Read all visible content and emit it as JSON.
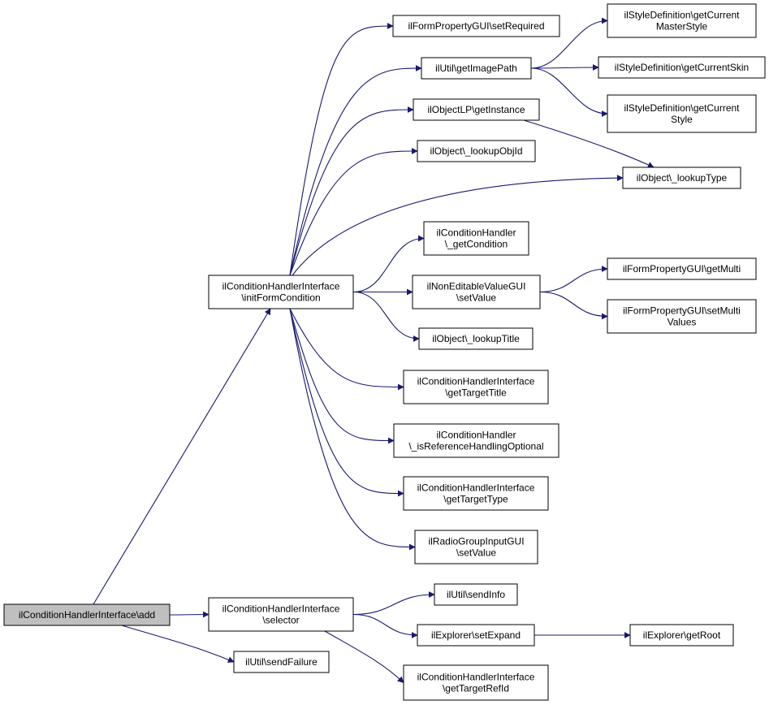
{
  "colors": {
    "edge": "#191970",
    "root_fill": "#bfbfbf",
    "node_fill": "#ffffff",
    "border": "#000000"
  },
  "nodes": {
    "root": {
      "lines": [
        "ilConditionHandlerInterface\\add"
      ]
    },
    "initForm": {
      "lines": [
        "ilConditionHandlerInterface",
        "\\initFormCondition"
      ]
    },
    "selector": {
      "lines": [
        "ilConditionHandlerInterface",
        "\\selector"
      ]
    },
    "sendFailure": {
      "lines": [
        "ilUtil\\sendFailure"
      ]
    },
    "setRequired": {
      "lines": [
        "ilFormPropertyGUI\\setRequired"
      ]
    },
    "getImagePath": {
      "lines": [
        "ilUtil\\getImagePath"
      ]
    },
    "getInstance": {
      "lines": [
        "ilObjectLP\\getInstance"
      ]
    },
    "lookupObjId": {
      "lines": [
        "ilObject\\_lookupObjId"
      ]
    },
    "lookupType": {
      "lines": [
        "ilObject\\_lookupType"
      ]
    },
    "getCondition": {
      "lines": [
        "ilConditionHandler",
        "\\_getCondition"
      ]
    },
    "nevSetValue": {
      "lines": [
        "ilNonEditableValueGUI",
        "\\setValue"
      ]
    },
    "lookupTitle": {
      "lines": [
        "ilObject\\_lookupTitle"
      ]
    },
    "getTargetTitle": {
      "lines": [
        "ilConditionHandlerInterface",
        "\\getTargetTitle"
      ]
    },
    "refHandling": {
      "lines": [
        "ilConditionHandler",
        "\\_isReferenceHandlingOptional"
      ]
    },
    "getTargetType": {
      "lines": [
        "ilConditionHandlerInterface",
        "\\getTargetType"
      ]
    },
    "radioSetValue": {
      "lines": [
        "ilRadioGroupInputGUI",
        "\\setValue"
      ]
    },
    "masterStyle": {
      "lines": [
        "ilStyleDefinition\\getCurrent",
        "MasterStyle"
      ]
    },
    "currentSkin": {
      "lines": [
        "ilStyleDefinition\\getCurrentSkin"
      ]
    },
    "currentStyle": {
      "lines": [
        "ilStyleDefinition\\getCurrent",
        "Style"
      ]
    },
    "getMulti": {
      "lines": [
        "ilFormPropertyGUI\\getMulti"
      ]
    },
    "setMulti": {
      "lines": [
        "ilFormPropertyGUI\\setMulti",
        "Values"
      ]
    },
    "sendInfo": {
      "lines": [
        "ilUtil\\sendInfo"
      ]
    },
    "setExpand": {
      "lines": [
        "ilExplorer\\setExpand"
      ]
    },
    "getTargetRefId": {
      "lines": [
        "ilConditionHandlerInterface",
        "\\getTargetRefId"
      ]
    },
    "getRoot": {
      "lines": [
        "ilExplorer\\getRoot"
      ]
    }
  },
  "edges": [
    [
      "root",
      "initForm"
    ],
    [
      "root",
      "selector"
    ],
    [
      "root",
      "sendFailure"
    ],
    [
      "initForm",
      "setRequired"
    ],
    [
      "initForm",
      "getImagePath"
    ],
    [
      "initForm",
      "getInstance"
    ],
    [
      "initForm",
      "lookupObjId"
    ],
    [
      "initForm",
      "lookupType"
    ],
    [
      "initForm",
      "getCondition"
    ],
    [
      "initForm",
      "nevSetValue"
    ],
    [
      "initForm",
      "lookupTitle"
    ],
    [
      "initForm",
      "getTargetTitle"
    ],
    [
      "initForm",
      "refHandling"
    ],
    [
      "initForm",
      "getTargetType"
    ],
    [
      "initForm",
      "radioSetValue"
    ],
    [
      "getImagePath",
      "masterStyle"
    ],
    [
      "getImagePath",
      "currentSkin"
    ],
    [
      "getImagePath",
      "currentStyle"
    ],
    [
      "getInstance",
      "lookupType"
    ],
    [
      "nevSetValue",
      "getMulti"
    ],
    [
      "nevSetValue",
      "setMulti"
    ],
    [
      "selector",
      "sendInfo"
    ],
    [
      "selector",
      "setExpand"
    ],
    [
      "selector",
      "getTargetRefId"
    ],
    [
      "setExpand",
      "getRoot"
    ]
  ]
}
